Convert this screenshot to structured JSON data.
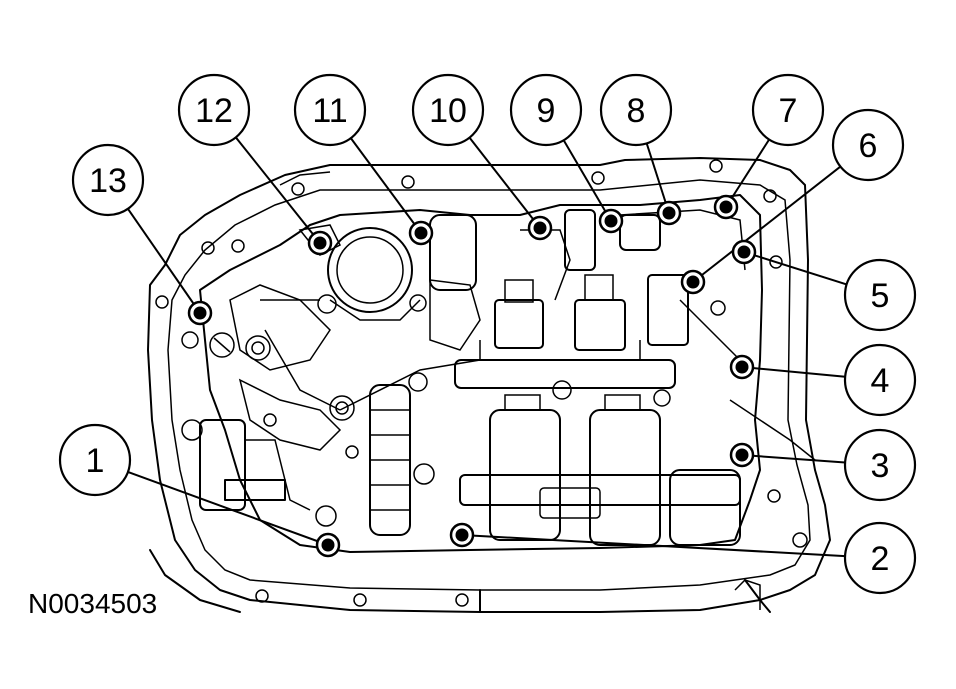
{
  "figure": {
    "reference_code": "N0034503"
  },
  "callouts": [
    {
      "label": "1"
    },
    {
      "label": "2"
    },
    {
      "label": "3"
    },
    {
      "label": "4"
    },
    {
      "label": "5"
    },
    {
      "label": "6"
    },
    {
      "label": "7"
    },
    {
      "label": "8"
    },
    {
      "label": "9"
    },
    {
      "label": "10"
    },
    {
      "label": "11"
    },
    {
      "label": "12"
    },
    {
      "label": "13"
    }
  ]
}
